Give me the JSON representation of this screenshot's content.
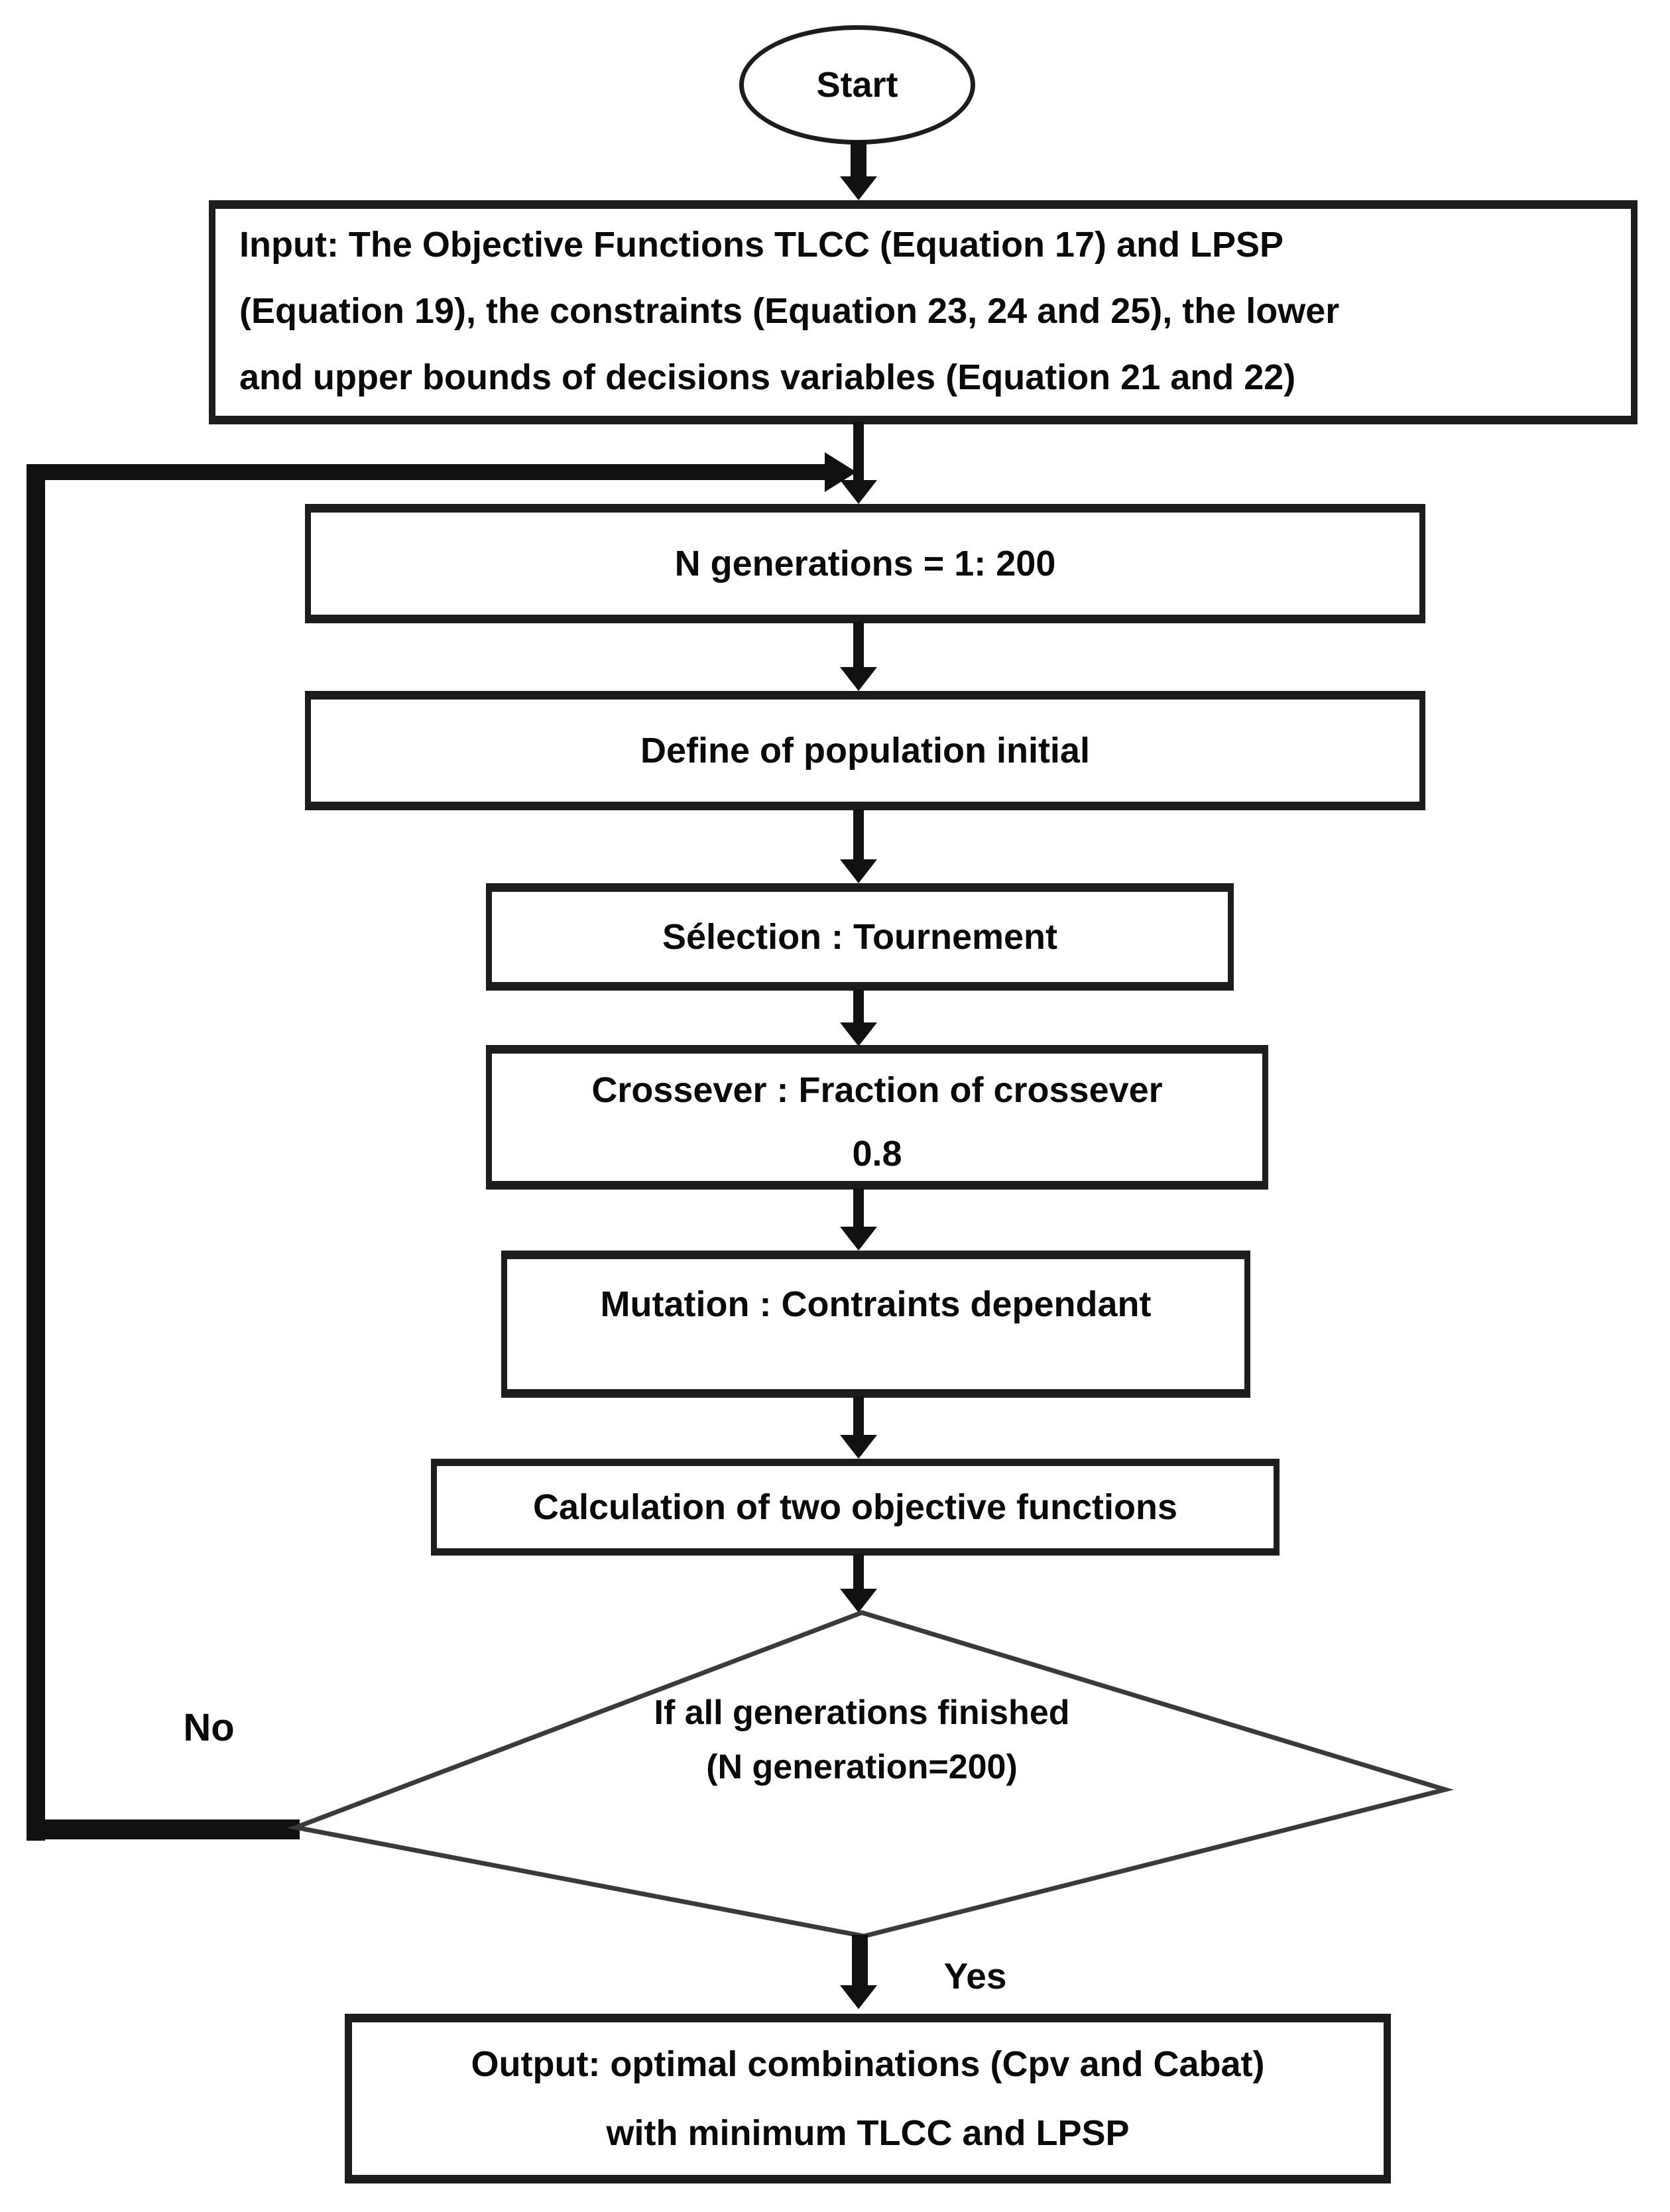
{
  "flowchart": {
    "nodes": {
      "start": {
        "label": "Start"
      },
      "input": {
        "lines": [
          "Input: The Objective Functions TLCC (Equation 17) and LPSP",
          "(Equation 19), the constraints (Equation 23, 24 and 25), the lower",
          "and upper bounds of decisions variables (Equation 21 and 22)"
        ]
      },
      "generations": {
        "label": "N generations = 1: 200"
      },
      "population": {
        "label": "Define of population initial"
      },
      "selection": {
        "label": "Sélection : Tournement"
      },
      "crossover": {
        "lines": [
          "Crossever : Fraction of crossever",
          "0.8"
        ]
      },
      "mutation": {
        "label": "Mutation : Contraints dependant"
      },
      "calculation": {
        "label": "Calculation of two objective functions"
      },
      "decision": {
        "lines": [
          "If all generations finished",
          "(N generation=200)"
        ]
      },
      "output": {
        "lines": [
          "Output: optimal combinations (Cpv and Cabat)",
          "with minimum TLCC and LPSP"
        ]
      }
    },
    "branch_labels": {
      "no": "No",
      "yes": "Yes"
    },
    "colors": {
      "line": "#111111",
      "border": "#1d1d1d",
      "text": "#0a0a0a",
      "background": "#ffffff"
    }
  }
}
